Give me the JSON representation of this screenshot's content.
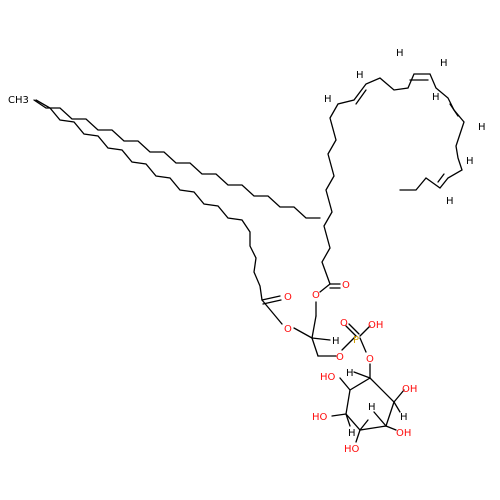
{
  "colors": {
    "background": "#ffffff",
    "bond": "#000000",
    "oxygen": "#ff0d0d",
    "phosphorus": "#d4a000",
    "carbon": "#000000",
    "hydrogen": "#000000"
  },
  "labels": [
    {
      "id": "ch3-left",
      "text": "CH3",
      "element": "C"
    },
    {
      "id": "o-ester-right-carbonyl",
      "text": "O",
      "element": "O"
    },
    {
      "id": "o-ester-right-link",
      "text": "O",
      "element": "O"
    },
    {
      "id": "o-ester-left-carbonyl",
      "text": "O",
      "element": "O"
    },
    {
      "id": "o-ester-left-link",
      "text": "O",
      "element": "O"
    },
    {
      "id": "h-stereo-glycerol",
      "text": "H",
      "element": "H"
    },
    {
      "id": "o-phosphate-double",
      "text": "O",
      "element": "O"
    },
    {
      "id": "p-phosphate",
      "text": "P",
      "element": "P"
    },
    {
      "id": "oh-phosphate",
      "text": "OH",
      "element": "O"
    },
    {
      "id": "o-phosphate-glycerol",
      "text": "O",
      "element": "O"
    },
    {
      "id": "o-phosphate-inositol",
      "text": "O",
      "element": "O"
    },
    {
      "id": "ho-inositol-c2",
      "text": "HO",
      "element": "O"
    },
    {
      "id": "h-inositol-c1",
      "text": "H",
      "element": "H"
    },
    {
      "id": "oh-inositol-c6",
      "text": "OH",
      "element": "O"
    },
    {
      "id": "h-inositol-c6",
      "text": "H",
      "element": "H"
    },
    {
      "id": "ho-inositol-c3",
      "text": "HO",
      "element": "O"
    },
    {
      "id": "h-inositol-c3",
      "text": "H",
      "element": "H"
    },
    {
      "id": "h-inositol-c5",
      "text": "H",
      "element": "H"
    },
    {
      "id": "oh-inositol-c5",
      "text": "OH",
      "element": "O"
    },
    {
      "id": "h-inositol-c4",
      "text": "H",
      "element": "H"
    },
    {
      "id": "ho-inositol-c4",
      "text": "HO",
      "element": "O"
    },
    {
      "id": "h-alkene-1a",
      "text": "H",
      "element": "H"
    },
    {
      "id": "h-alkene-1b",
      "text": "H",
      "element": "H"
    },
    {
      "id": "h-alkene-2a",
      "text": "H",
      "element": "H"
    },
    {
      "id": "h-alkene-2b",
      "text": "H",
      "element": "H"
    },
    {
      "id": "h-alkene-3a",
      "text": "H",
      "element": "H"
    },
    {
      "id": "h-alkene-3b",
      "text": "H",
      "element": "H"
    },
    {
      "id": "h-alkene-4a",
      "text": "H",
      "element": "H"
    },
    {
      "id": "h-alkene-4b",
      "text": "H",
      "element": "H"
    }
  ]
}
